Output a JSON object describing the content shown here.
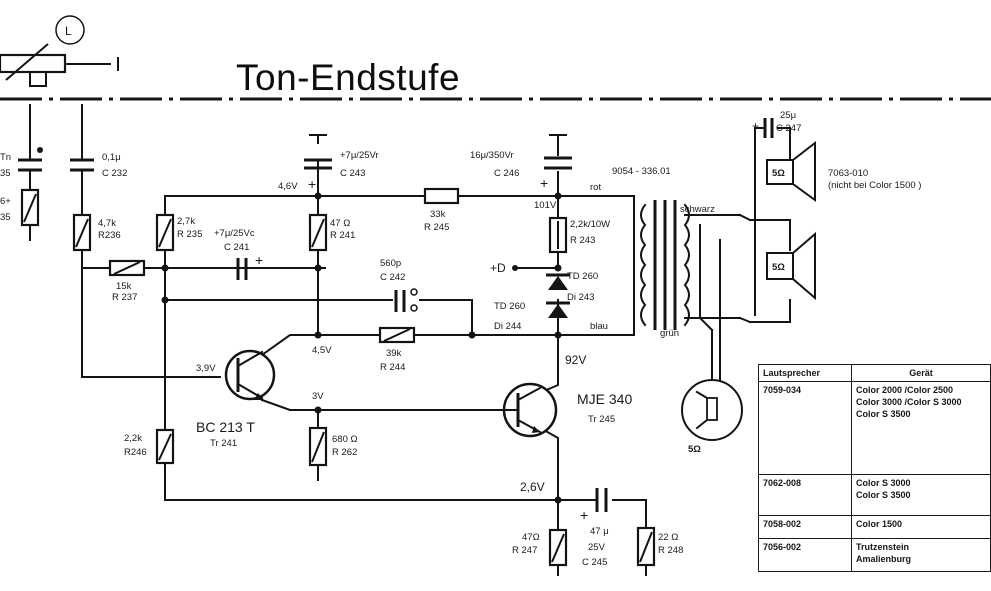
{
  "title": "Ton-Endstufe",
  "top_mark": "L",
  "labels": {
    "left_cap_top": "Tn",
    "left_cap_num": "35",
    "left_res_val": "6+",
    "left_res_num": "35",
    "c232_val": "0,1μ",
    "c232": "C 232",
    "r236_val": "4,7k",
    "r236": "R236",
    "r237_val": "15k",
    "r237": "R 237",
    "r235_val": "2,7k",
    "r235": "R 235",
    "c241_val": "+7μ/25Vc",
    "c241": "C 241",
    "c243_val": "+7μ/25Vr",
    "c243": "C 243",
    "v46": "4,6V",
    "r241_val": "47 Ω",
    "r241": "R 241",
    "r245_val": "33k",
    "r245": "R 245",
    "c246_val": "16μ/350Vr",
    "c246": "C 246",
    "v101": "101V",
    "r243_val": "2,2k/10W",
    "r243": "R 243",
    "transformer_ref": "9054 - 336.01",
    "rot": "rot",
    "schwarz": "schwarz",
    "gruen": "grün",
    "blau": "blau",
    "plus_d": "+D",
    "td260_a": "TD 260",
    "di243": "Di 243",
    "td260_b": "TD 260",
    "di244": "Di 244",
    "c242_val": "560p",
    "c242": "C 242",
    "v45": "4,5V",
    "r244_val": "39k",
    "r244": "R 244",
    "v92": "92V",
    "v39": "3,9V",
    "v3": "3V",
    "bc213": "BC 213 T",
    "tr241": "Tr 241",
    "r262_val": "680 Ω",
    "r262": "R 262",
    "r246_val": "2,2k",
    "r246": "R246",
    "mje340": "MJE 340",
    "tr245": "Tr 245",
    "v26": "2,6V",
    "r247_val": "47Ω",
    "r247": "R 247",
    "c245_val": "47 μ",
    "c245_v": "25V",
    "c245": "C 245",
    "r248_val": "22 Ω",
    "r248": "R 248",
    "c247_val": "25μ",
    "c247": "C 247",
    "spk1": "5Ω",
    "spk2": "5Ω",
    "spk3": "5Ω",
    "spk_part": "7063-010",
    "spk_note": "(nicht bei Color 1500 )"
  },
  "table": {
    "headers": [
      "Lautsprecher",
      "Gerät"
    ],
    "rows": [
      {
        "speaker": "7059-034",
        "devices": [
          "Color 2000 /Color 2500",
          "Color 3000 /Color S 3000",
          "Color S 3500"
        ]
      },
      {
        "speaker": "7062-008",
        "devices": [
          "Color S 3000",
          "Color S 3500"
        ]
      },
      {
        "speaker": "7058-002",
        "devices": [
          "Color 1500"
        ]
      },
      {
        "speaker": "7056-002",
        "devices": [
          "Trutzenstein",
          "Amalienburg"
        ]
      }
    ]
  }
}
